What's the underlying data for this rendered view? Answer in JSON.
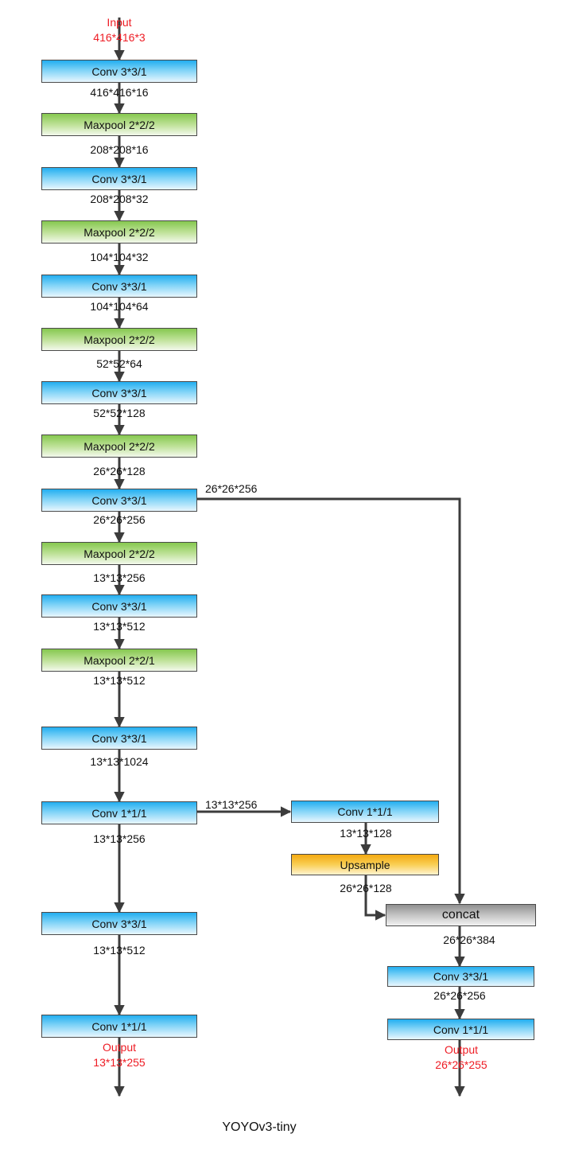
{
  "input": {
    "label": "Input",
    "dims": "416*416*3"
  },
  "layers": [
    "Conv 3*3/1",
    "Maxpool 2*2/2",
    "Conv 3*3/1",
    "Maxpool 2*2/2",
    "Conv 3*3/1",
    "Maxpool 2*2/2",
    "Conv 3*3/1",
    "Maxpool 2*2/2",
    "Conv 3*3/1",
    "Maxpool 2*2/2",
    "Conv 3*3/1",
    "Maxpool 2*2/1",
    "Conv 3*3/1",
    "Conv 1*1/1",
    "Conv 3*3/1",
    "Conv 1*1/1"
  ],
  "dims": [
    "416*416*16",
    "208*208*16",
    "208*208*32",
    "104*104*32",
    "104*104*64",
    "52*52*64",
    "52*52*128",
    "26*26*128",
    "26*26*256",
    "13*13*256",
    "13*13*512",
    "13*13*512",
    "13*13*1024",
    "13*13*256",
    "13*13*512"
  ],
  "output1": {
    "label": "Output",
    "dims": "13*13*255"
  },
  "skip_label": "26*26*256",
  "branch_label": "13*13*256",
  "branch": {
    "conv": "Conv 1*1/1",
    "conv_dims": "13*13*128",
    "upsample": "Upsample",
    "upsample_dims": "26*26*128",
    "concat": "concat",
    "concat_dims": "26*26*384",
    "conv2": "Conv 3*3/1",
    "conv2_dims": "26*26*256",
    "conv3": "Conv 1*1/1"
  },
  "output2": {
    "label": "Output",
    "dims": "26*26*255"
  },
  "caption": "YOYOv3-tiny",
  "colors": {
    "conv": "#22aef0",
    "pool": "#86c84f",
    "upsample": "#f4aa10",
    "concat": "#8f8f8f",
    "arrow": "#3c3c3c",
    "io_text": "#ee1c24"
  }
}
